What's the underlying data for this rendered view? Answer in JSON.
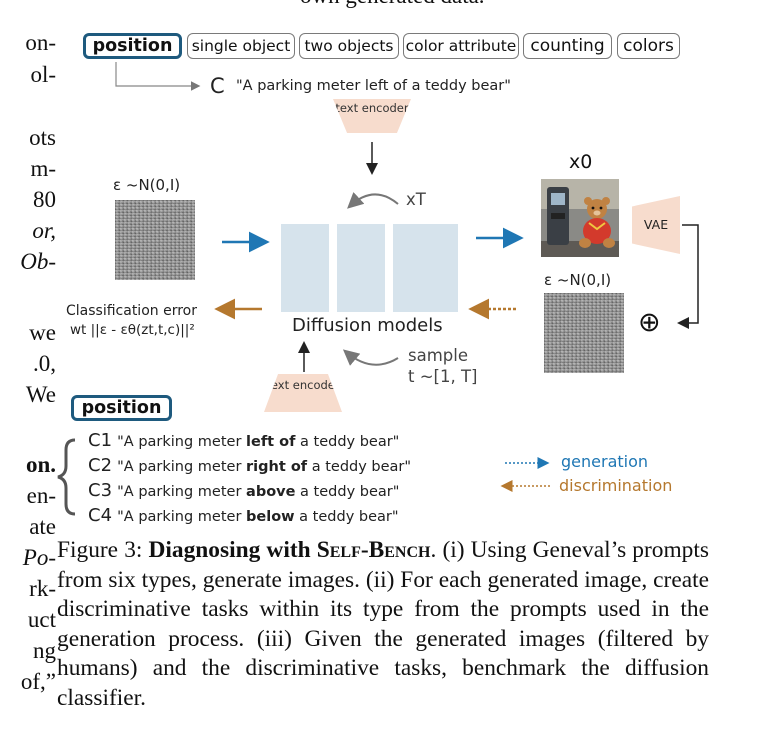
{
  "left_column": [
    "on-",
    "ol-",
    "",
    "ots",
    "m-",
    "80",
    "or,",
    "Ob-",
    "",
    "we",
    ".0,",
    "We",
    "",
    "on.",
    "en-",
    "ate",
    "Po-",
    "rk-",
    "uct",
    "ng",
    "of,”"
  ],
  "partial_top_line": "own generated data.",
  "tags": [
    "position",
    "single object",
    "two objects",
    "color attribute",
    "counting",
    "colors"
  ],
  "prompt": {
    "symbol": "C",
    "text": "\"A parking meter left of a teddy bear\""
  },
  "text_encoder_label": "text encoder",
  "noise_label": "ε ~N(0,I)",
  "timesteps_label": "xT",
  "x0_label": "x0",
  "vae_label": "VAE",
  "diffusion_label": "Diffusion models",
  "classification_error_label": "Classification error",
  "loss_formula": "wt ||ε - εθ(zt,t,c)||²",
  "sample_label_1": "sample",
  "sample_label_2": "t ~[1, T]",
  "plus_symbol": "⊕",
  "position_box_label": "position",
  "candidates": [
    {
      "label": "C1",
      "pre": "\"A parking meter ",
      "bold": "left of",
      "post": " a teddy bear\""
    },
    {
      "label": "C2",
      "pre": "\"A parking meter ",
      "bold": "right of",
      "post": " a teddy bear\""
    },
    {
      "label": "C3",
      "pre": "\"A parking meter ",
      "bold": "above",
      "post": " a teddy bear\""
    },
    {
      "label": "C4",
      "pre": "\"A parking meter ",
      "bold": "below",
      "post": " a teddy bear\""
    }
  ],
  "legend": {
    "generation": "generation",
    "discrimination": "discrimination"
  },
  "colors": {
    "generation": "#1f77b4",
    "discrimination": "#b5782e",
    "highlight_border": "#1e5a7e",
    "pastel_orange": "#f7dccd",
    "pastel_blue": "#d6e3ec"
  },
  "caption": {
    "figure_label": "Figure 3:",
    "bold_1": "Diagnosing with ",
    "bold_smallcaps": "Self-Bench",
    "text": ". (i) Using Geneval’s prompts from six types, generate images. (ii) For each generated image, create discriminative tasks within its type from the prompts used in the generation process. (iii) Given the generated images (filtered by humans) and the discriminative tasks, benchmark the diffusion classifier."
  }
}
